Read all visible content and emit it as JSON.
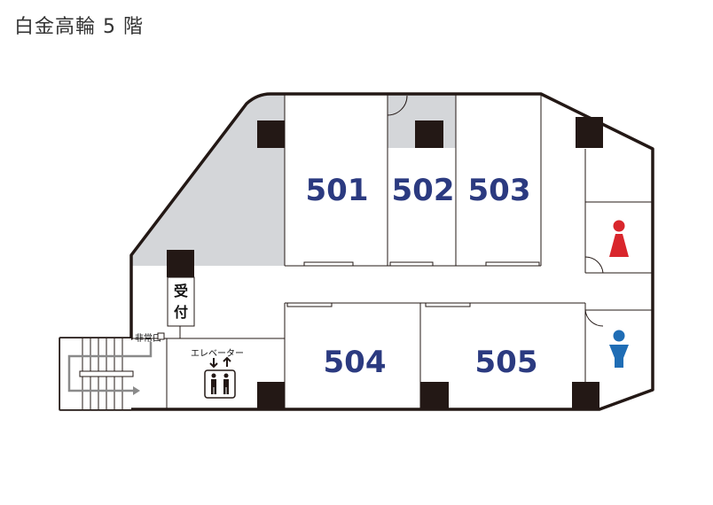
{
  "title": "白金高輪 5 階",
  "rooms": [
    {
      "id": "501",
      "label": "501"
    },
    {
      "id": "502",
      "label": "502"
    },
    {
      "id": "503",
      "label": "503"
    },
    {
      "id": "504",
      "label": "504"
    },
    {
      "id": "505",
      "label": "505"
    }
  ],
  "reception": {
    "line1": "受",
    "line2": "付"
  },
  "emergency_exit": "非常口",
  "elevator": "エレベーター",
  "icons": {
    "elevator": "elevator-icon",
    "womens_restroom": "female-restroom-icon",
    "mens_restroom": "male-restroom-icon",
    "stairs": "stairs-icon"
  },
  "colors": {
    "room_number": "#2b3a80",
    "female": "#d9262c",
    "male": "#1f6db5",
    "shaded_area": "#d4d6d9",
    "pillar": "#231815",
    "wall": "#231815"
  }
}
